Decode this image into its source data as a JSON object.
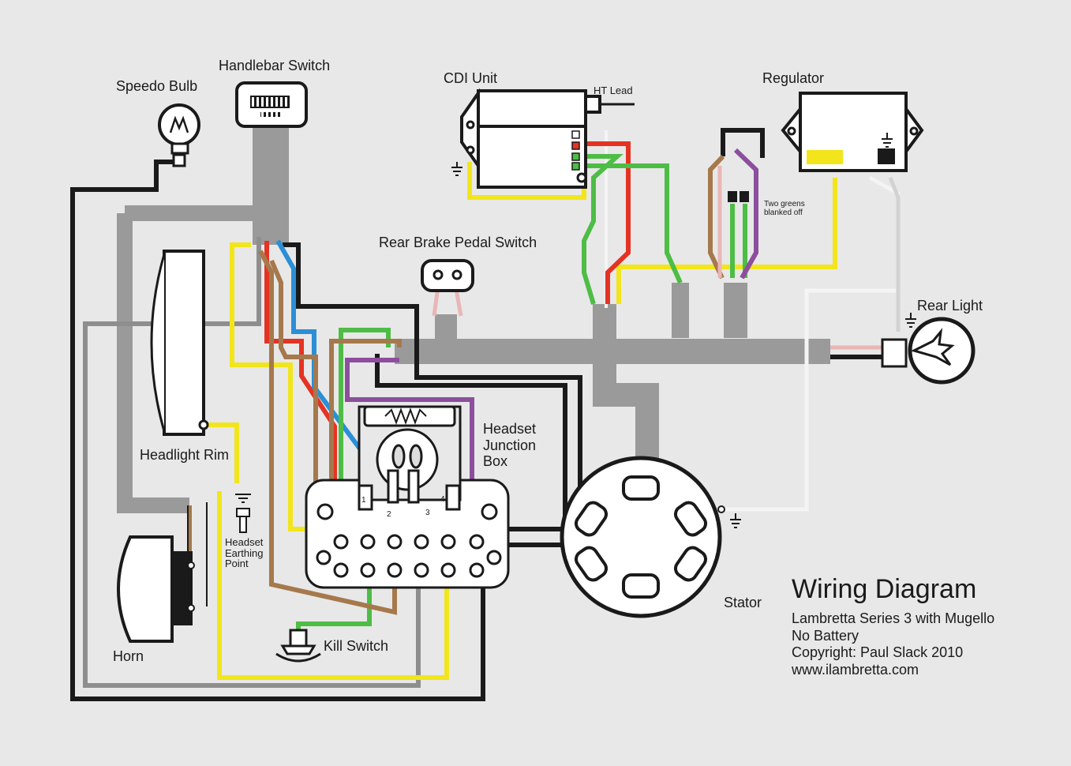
{
  "diagram": {
    "title": "Wiring Diagram",
    "subtitle_lines": [
      "Lambretta Series 3 with Mugello",
      "No Battery",
      "Copyright: Paul Slack 2010",
      "www.ilambretta.com"
    ],
    "components": {
      "speedo_bulb": "Speedo Bulb",
      "handlebar_switch": "Handlebar Switch",
      "cdi_unit": "CDI Unit",
      "ht_lead": "HT Lead",
      "regulator": "Regulator",
      "two_greens_note": [
        "Two greens",
        "blanked off"
      ],
      "rear_brake_pedal_switch": "Rear Brake Pedal Switch",
      "rear_light": "Rear Light",
      "headset_junction_box": [
        "Headset",
        "Junction",
        "Box"
      ],
      "headlight_rim": "Headlight Rim",
      "headset_earthing_point": [
        "Headset",
        "Earthing",
        "Point"
      ],
      "horn": "Horn",
      "kill_switch": "Kill Switch",
      "stator": "Stator"
    },
    "terminal_numbers": [
      "1",
      "2",
      "3",
      "4"
    ],
    "wire_colors": {
      "black": "#1a1a1a",
      "grey": "#8e8e8e",
      "light_grey": "#c9c9c9",
      "white": "#f4f4f4",
      "yellow": "#f2e51c",
      "red": "#e53323",
      "blue": "#2b8fd6",
      "green": "#4dbd46",
      "brown": "#a5794c",
      "purple": "#8c4f9e",
      "pink": "#e9b6b6"
    },
    "background": "#e8e8e8"
  }
}
